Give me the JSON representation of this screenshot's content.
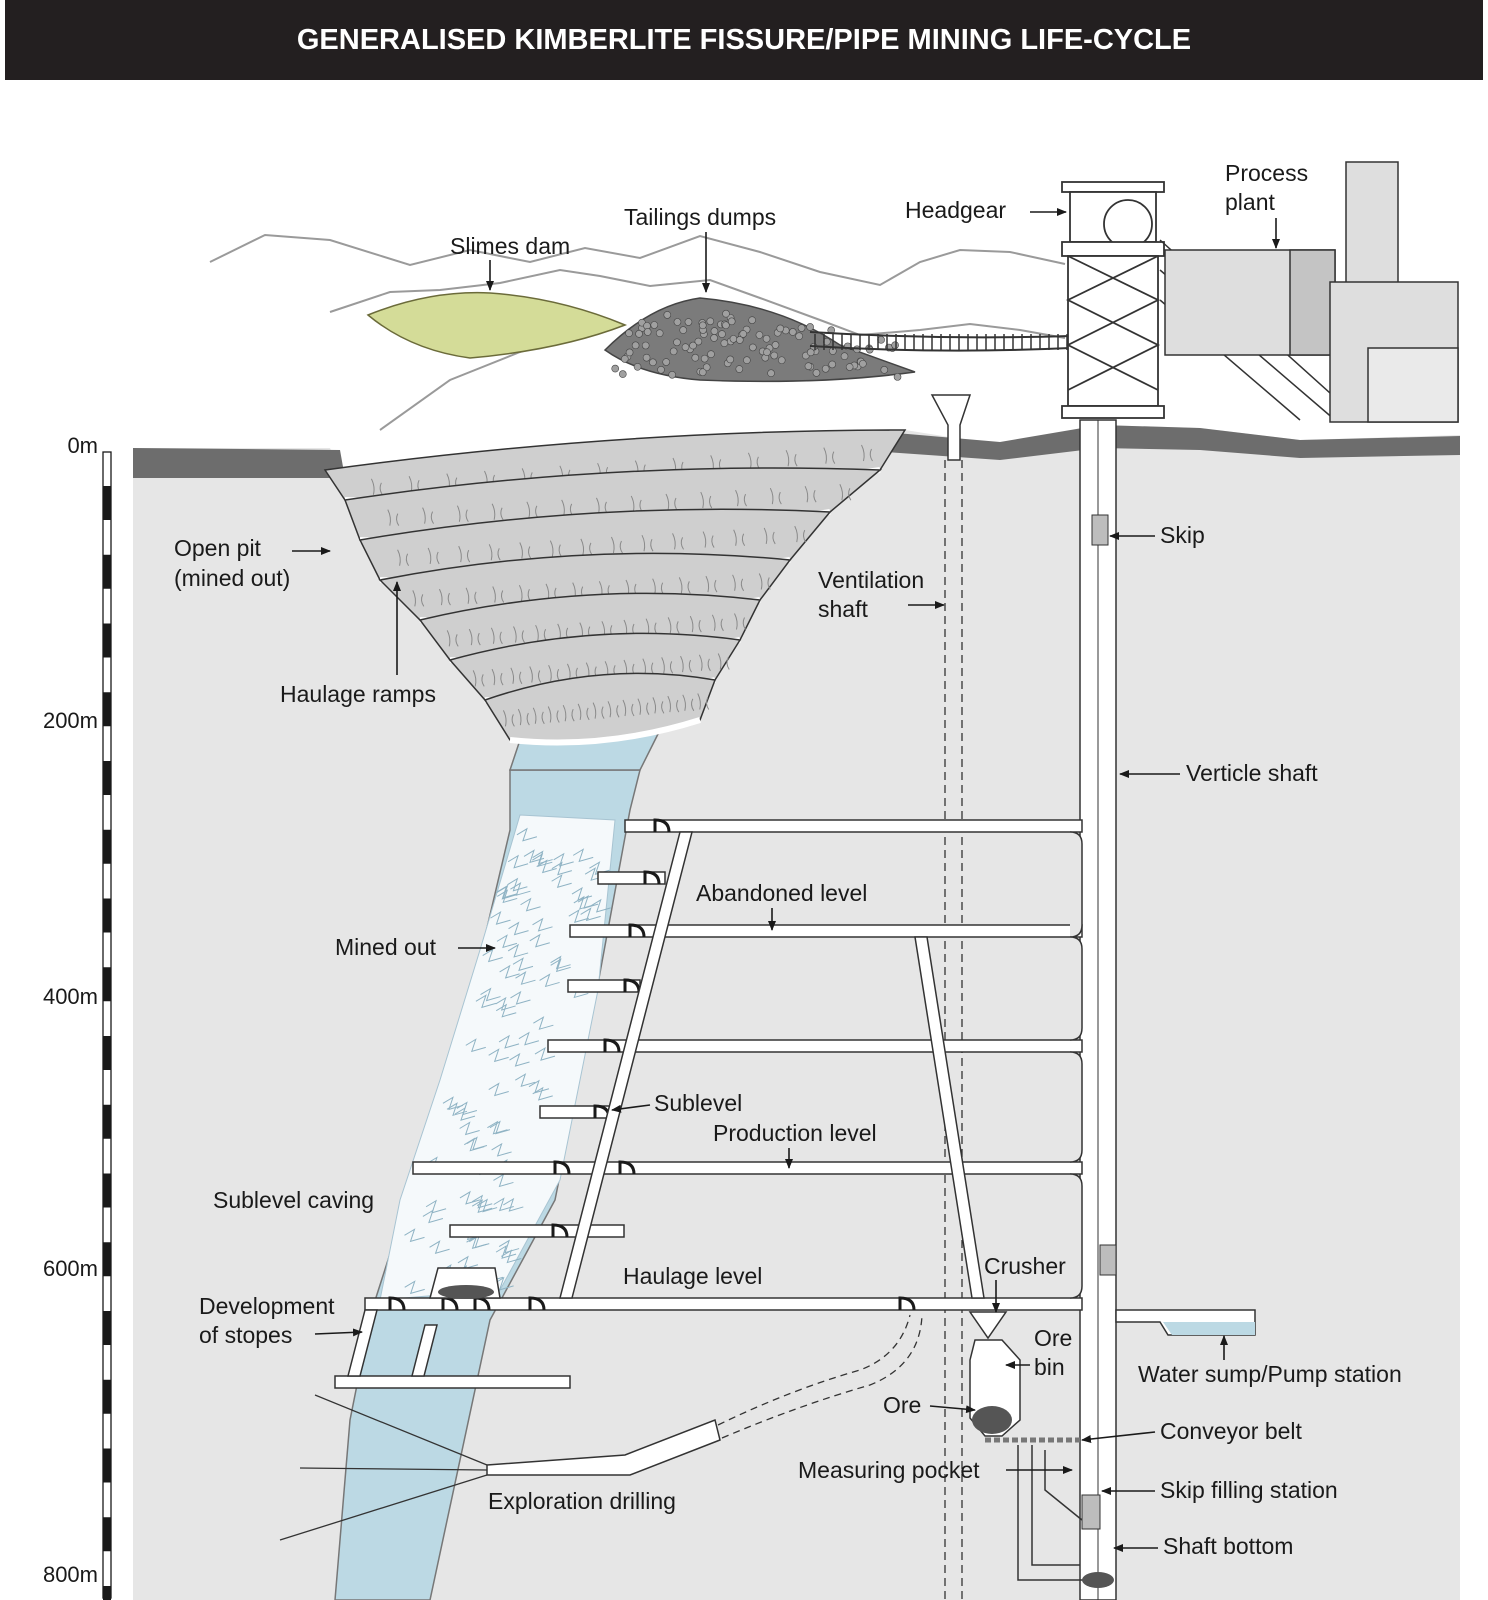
{
  "title": "GENERALISED KIMBERLITE FISSURE/PIPE MINING LIFE-CYCLE",
  "depth_scale": [
    "0m",
    "200m",
    "400m",
    "600m",
    "800m"
  ],
  "labels": {
    "slimes_dam": "Slimes dam",
    "tailings_dumps": "Tailings dumps",
    "headgear": "Headgear",
    "process_plant_1": "Process",
    "process_plant_2": "plant",
    "open_pit_1": "Open pit",
    "open_pit_2": "(mined out)",
    "haulage_ramps": "Haulage ramps",
    "ventilation_1": "Ventilation",
    "ventilation_2": "shaft",
    "skip_upper": "Skip",
    "vertical_shaft": "Verticle shaft",
    "abandoned_level": "Abandoned level",
    "mined_out": "Mined out",
    "sublevel": "Sublevel",
    "production_level": "Production level",
    "sublevel_caving": "Sublevel caving",
    "crusher": "Crusher",
    "haulage_level": "Haulage level",
    "development_1": "Development",
    "development_2": "of stopes",
    "ore_bin_1": "Ore",
    "ore_bin_2": "bin",
    "water_sump": "Water sump/Pump station",
    "ore": "Ore",
    "conveyor_belt": "Conveyor belt",
    "measuring_pocket": "Measuring pocket",
    "skip_filling": "Skip filling station",
    "exploration_drilling": "Exploration drilling",
    "shaft_bottom": "Shaft bottom"
  },
  "colors": {
    "ground": "#e6e6e6",
    "surface_band": "#6d6d6d",
    "pipe_water": "#bcd9e4",
    "slimes": "#d4dc98",
    "header_bg": "#231f20"
  }
}
